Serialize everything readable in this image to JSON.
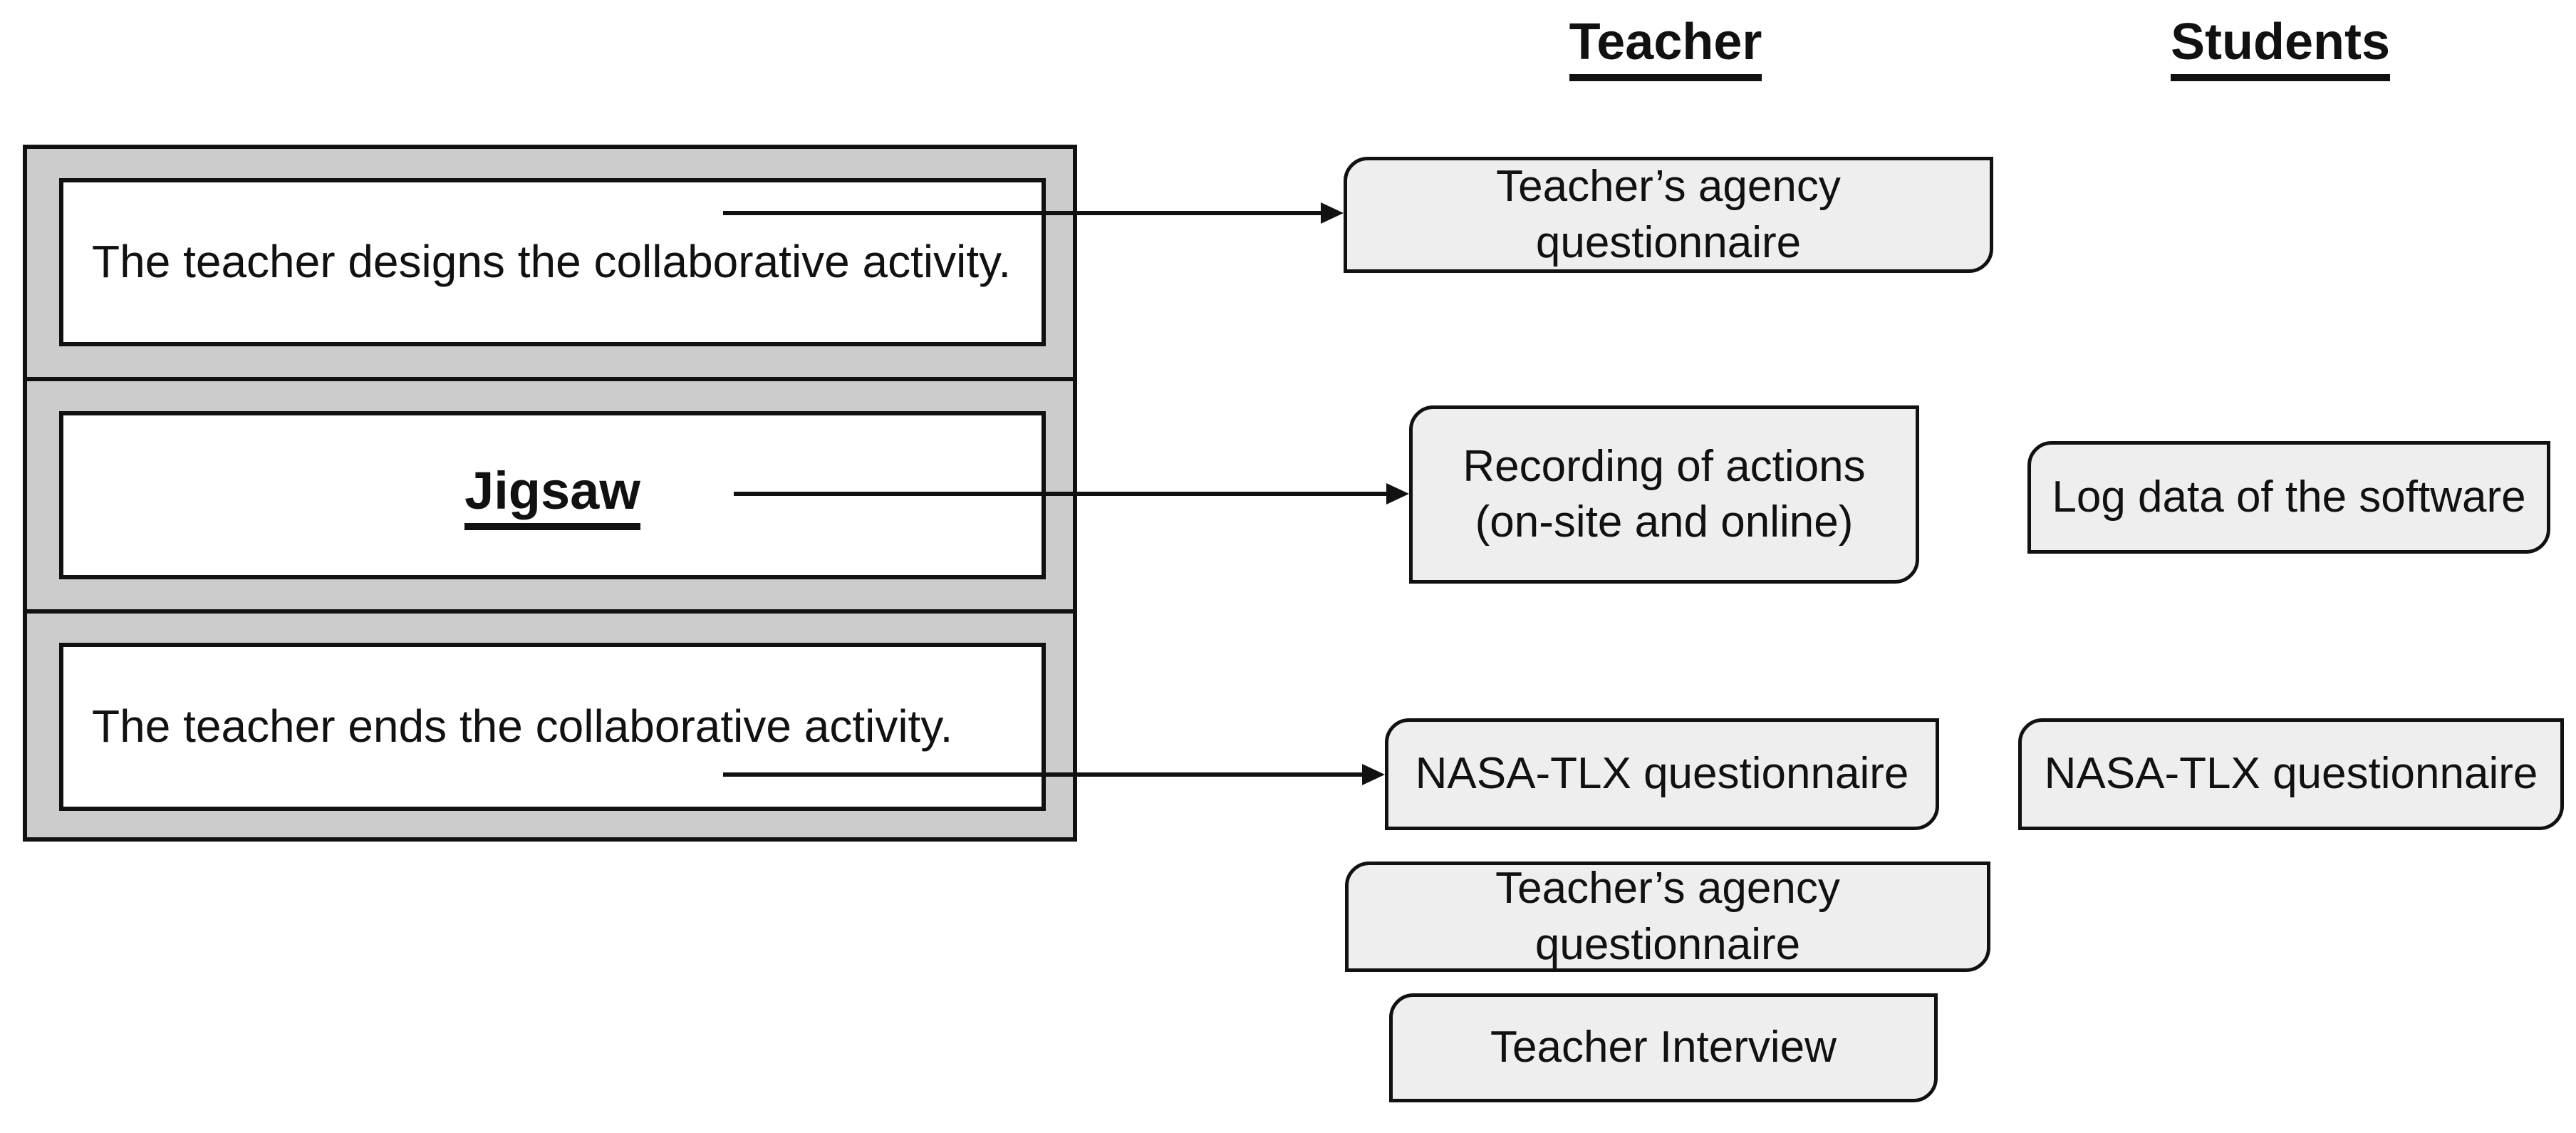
{
  "colors": {
    "background": "#ffffff",
    "panel_fill": "#cccccc",
    "step_box_fill": "#ffffff",
    "card_fill": "#eeeeee",
    "line": "#111111",
    "text": "#111111"
  },
  "headers": {
    "teacher": "Teacher",
    "students": "Students"
  },
  "process_panel": {
    "steps": [
      {
        "id": "design",
        "label": "The teacher designs the collaborative activity."
      },
      {
        "id": "jigsaw",
        "label": "Jigsaw"
      },
      {
        "id": "end",
        "label": "The teacher ends the collaborative activity."
      }
    ]
  },
  "teacher_column": {
    "agency_top": "Teacher’s agency questionnaire",
    "recording": "Recording of actions\n(on-site and online)",
    "nasa": "NASA-TLX questionnaire",
    "agency_bottom": "Teacher’s agency questionnaire",
    "interview": "Teacher Interview"
  },
  "students_column": {
    "log_data": "Log data of the software",
    "nasa": "NASA-TLX questionnaire"
  }
}
